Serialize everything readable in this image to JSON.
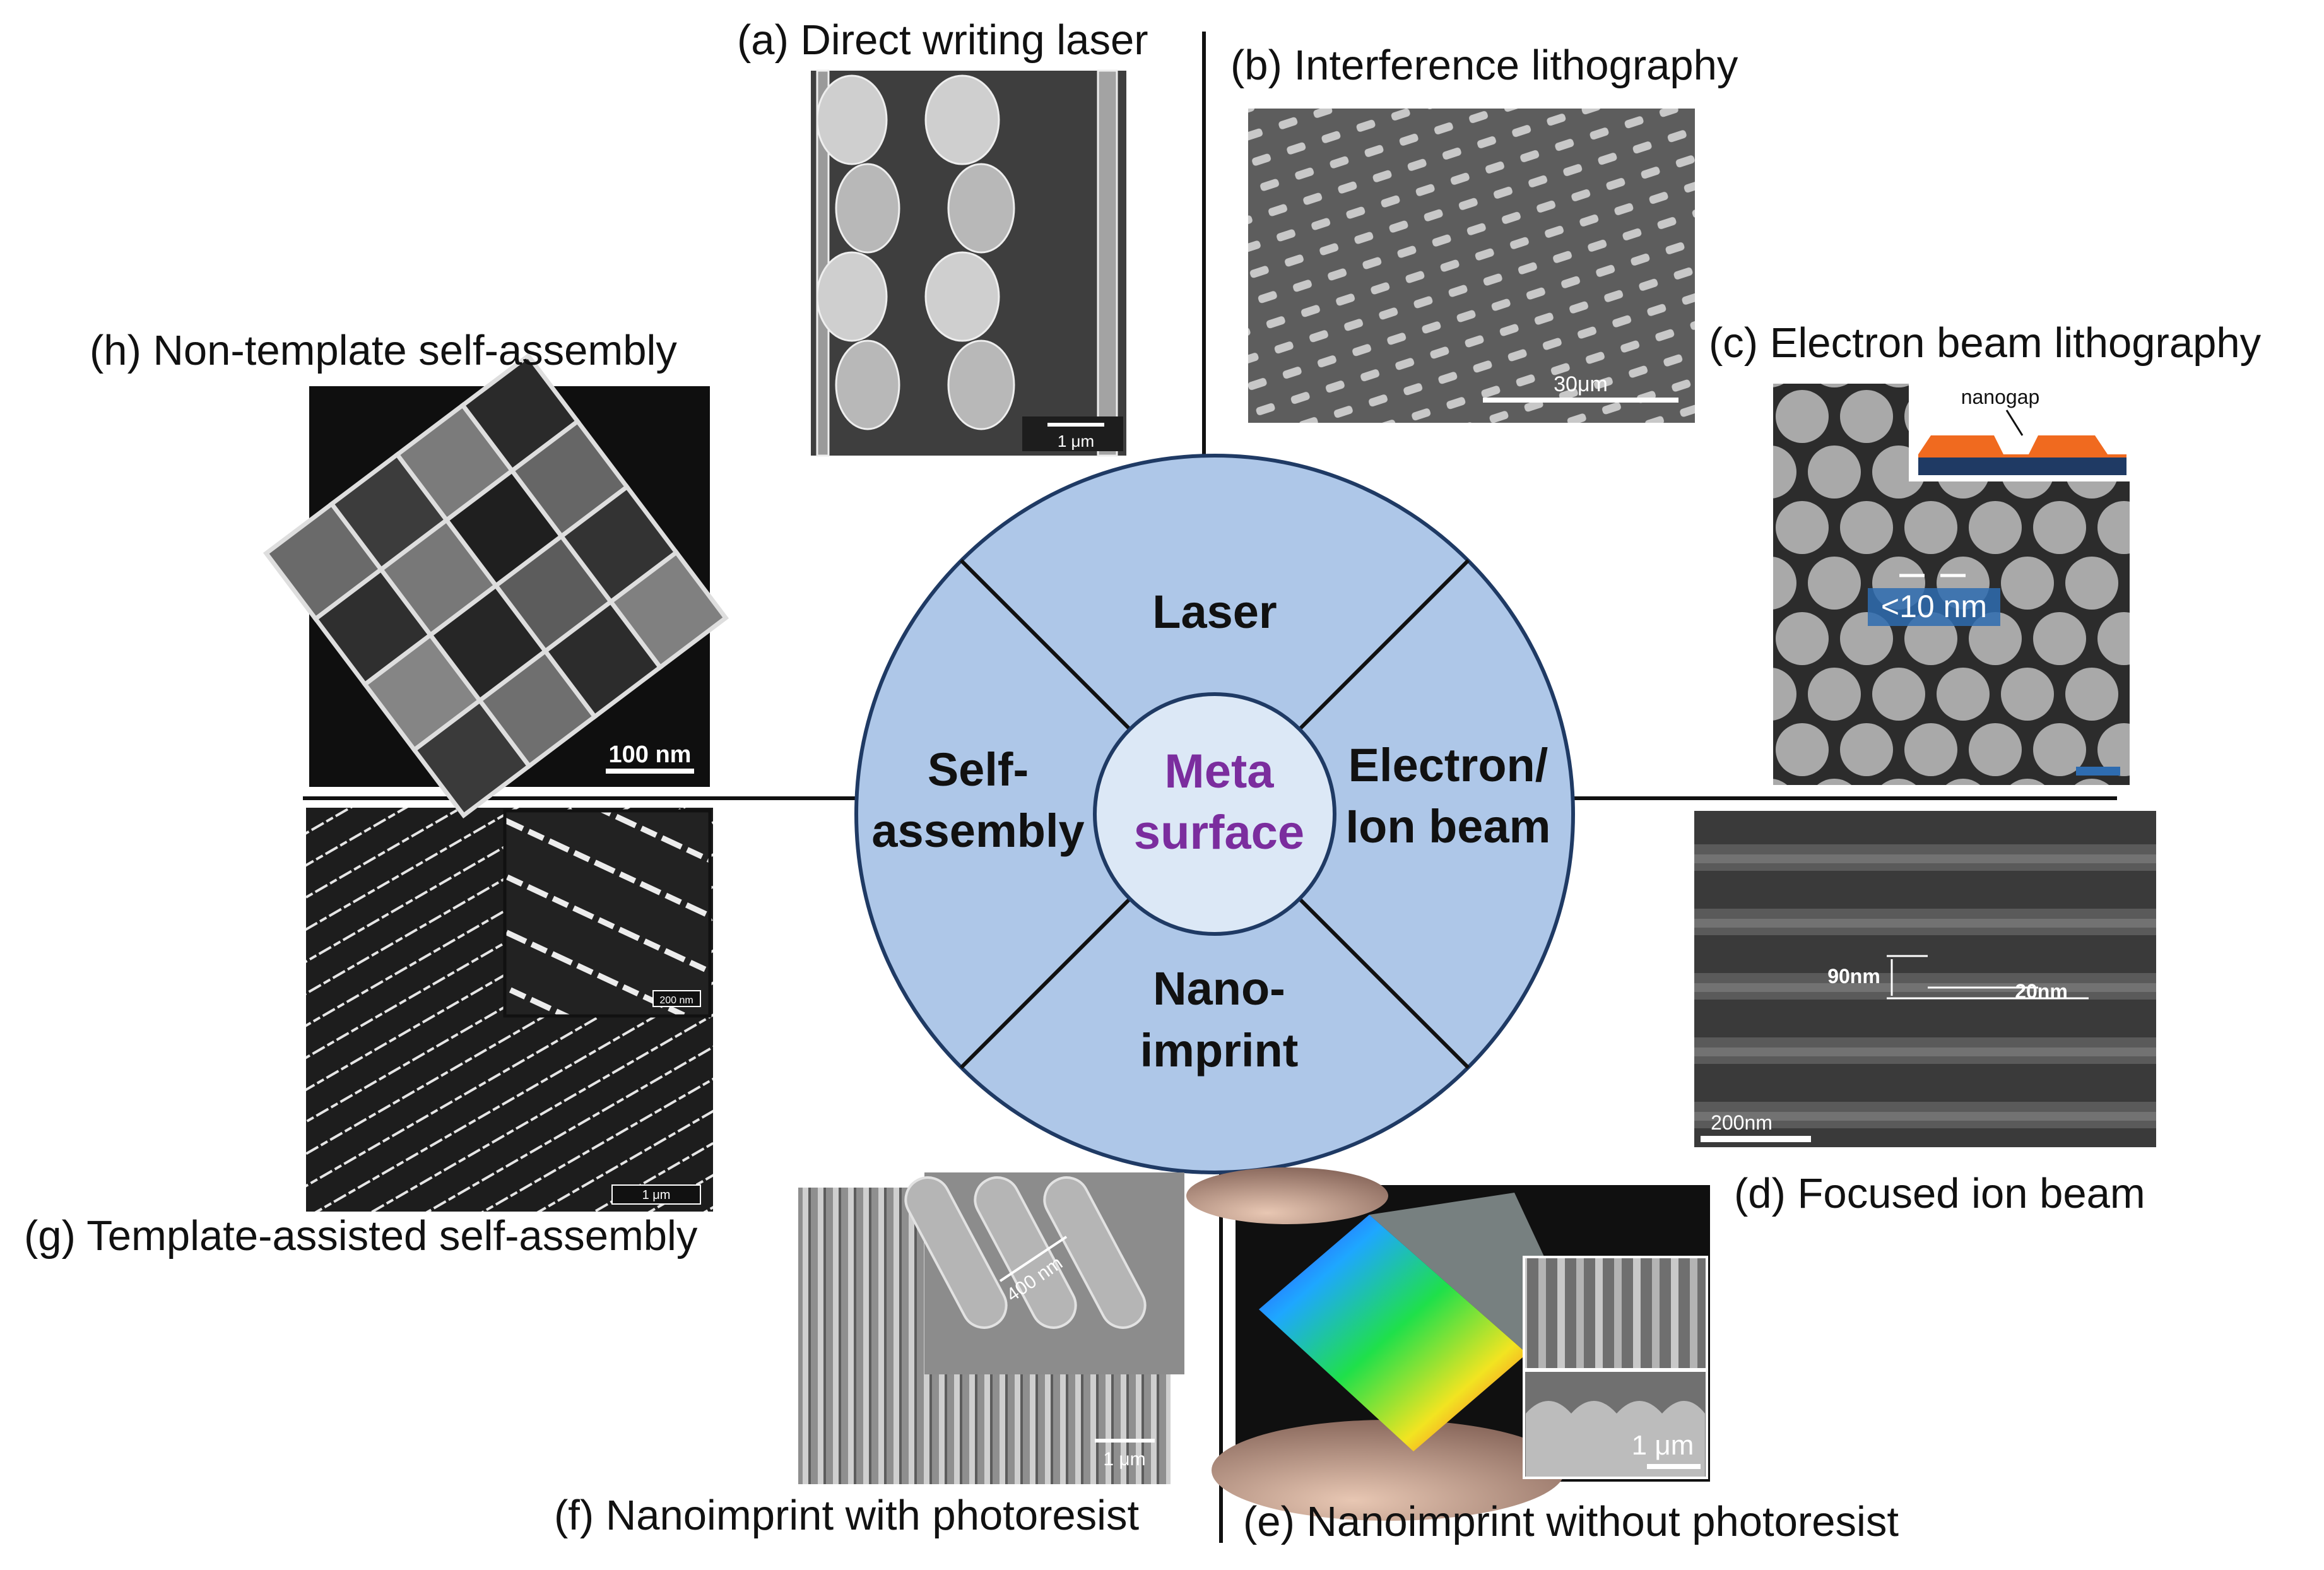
{
  "center": {
    "meta": "Meta",
    "surface": "surface",
    "accent": "#7b2d9e"
  },
  "sectors": {
    "laser": "Laser",
    "electron_line1": "Electron/",
    "electron_line2": "Ion beam",
    "nano_line1": "Nano-",
    "nano_line2": "imprint",
    "self_line1": "Self-",
    "self_line2": "assembly"
  },
  "wheel_colors": {
    "fill": "#aec7e8",
    "inner": "#dce8f6",
    "stroke": "#1f3a64"
  },
  "captions": {
    "a": "(a) Direct writing laser",
    "b": "(b) Interference lithography",
    "c": "(c) Electron beam lithography",
    "d": "(d) Focused ion beam",
    "e": "(e) Nanoimprint without photoresist",
    "f": "(f) Nanoimprint with photoresist",
    "g": "(g) Template-assisted self-assembly",
    "h": "(h) Non-template self-assembly"
  },
  "panel_labels": {
    "a_scale": "1 μm",
    "b_scale": "30μm",
    "c_inset": "nanogap",
    "c_gap": "<10 nm",
    "d_gap1": "90nm",
    "d_gap2": "20nm",
    "d_scale": "200nm",
    "e_scale": "1 μm",
    "f_dim": "400 nm",
    "f_scale": "1 μm",
    "g_inset_scale": "200 nm",
    "g_scale": "1 μm",
    "h_scale": "100 nm"
  }
}
